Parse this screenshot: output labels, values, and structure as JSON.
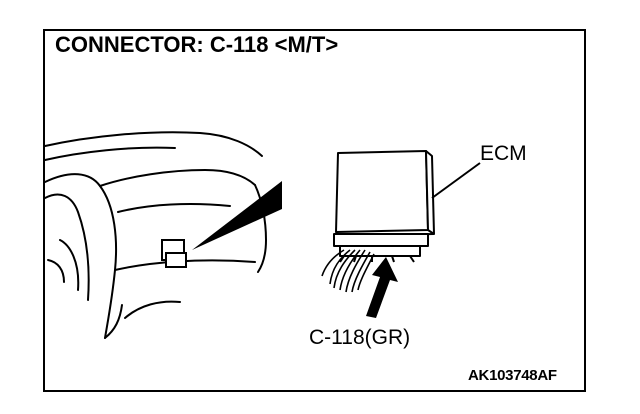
{
  "diagram": {
    "title": "CONNECTOR: C-118 <M/T>",
    "ecm_label": "ECM",
    "connector_label": "C-118(GR)",
    "figure_code": "AK103748AF"
  }
}
